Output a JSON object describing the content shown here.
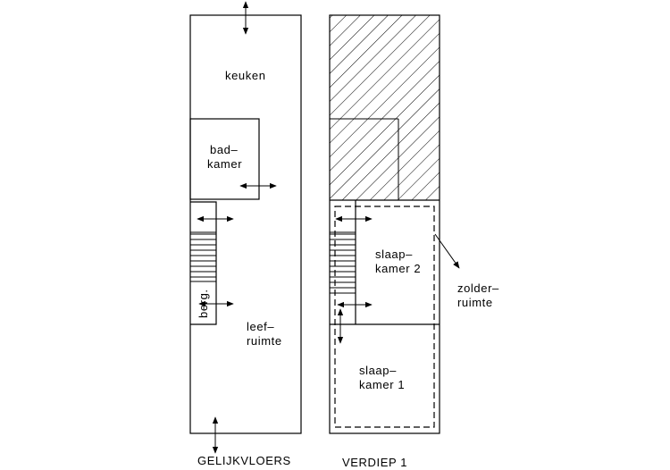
{
  "ground_floor": {
    "title": "GELIJKVLOERS",
    "kitchen": "keuken",
    "bathroom_1": "bad–",
    "bathroom_2": "kamer",
    "storage": "berg.",
    "living_1": "leef–",
    "living_2": "ruimte"
  },
  "first_floor": {
    "title": "VERDIEP  1",
    "bedroom2_1": "slaap–",
    "bedroom2_2": "kamer  2",
    "bedroom1_1": "slaap–",
    "bedroom1_2": "kamer  1",
    "attic_1": "zolder–",
    "attic_2": "ruimte"
  }
}
